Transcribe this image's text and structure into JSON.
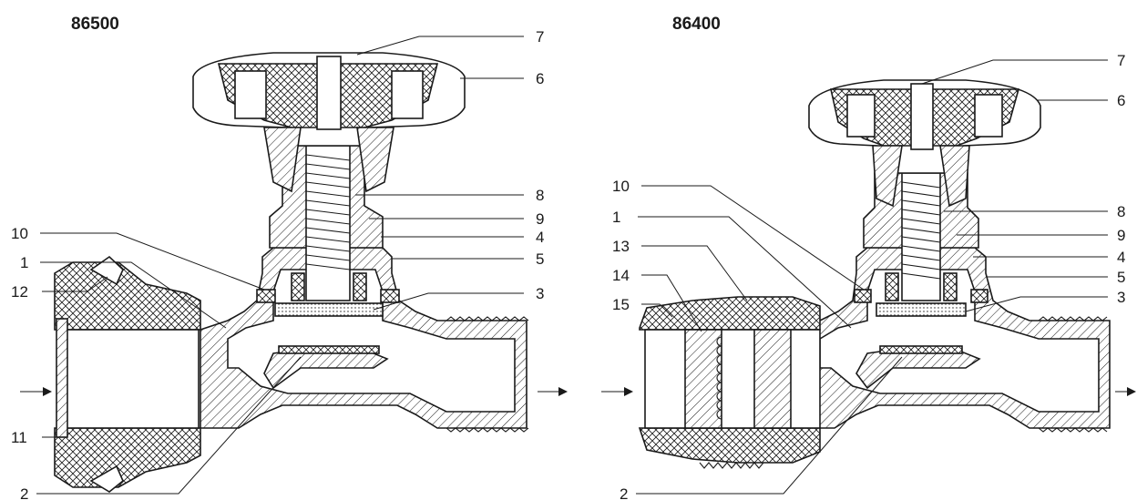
{
  "figure": {
    "left": {
      "title": "86500",
      "labels": [
        "7",
        "6",
        "8",
        "9",
        "4",
        "5",
        "3",
        "10",
        "1",
        "12",
        "11",
        "2"
      ]
    },
    "right": {
      "title": "86400",
      "labels": [
        "7",
        "6",
        "8",
        "9",
        "4",
        "5",
        "3",
        "10",
        "1",
        "13",
        "14",
        "15",
        "2"
      ]
    }
  },
  "colors": {
    "ink": "#1a1a1a",
    "background": "#ffffff"
  }
}
